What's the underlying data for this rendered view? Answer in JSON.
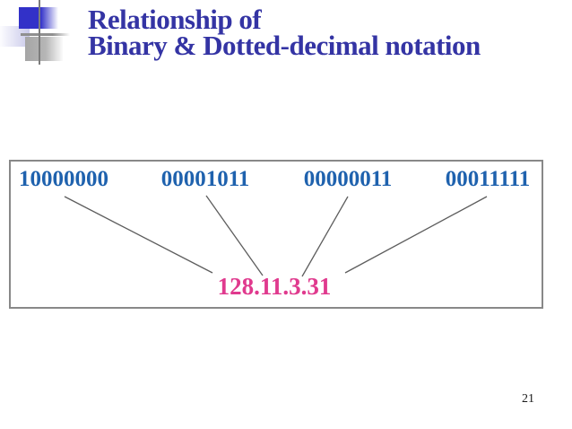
{
  "title": {
    "line1": "Relationship of",
    "line2": "Binary & Dotted-decimal notation"
  },
  "diagram": {
    "binary_octets": [
      "10000000",
      "00001011",
      "00000011",
      "00011111"
    ],
    "dotted_decimal": "128.11.3.31"
  },
  "footer": {
    "page_number": "21"
  },
  "colors": {
    "title_text": "#3434a4",
    "binary_text": "#1f62ae",
    "decimal_text": "#e03a8e",
    "box_border": "#888888",
    "connector_line": "#5d5d5d",
    "deco_blue": "#3231c8",
    "deco_gray": "#a5a5a5"
  }
}
